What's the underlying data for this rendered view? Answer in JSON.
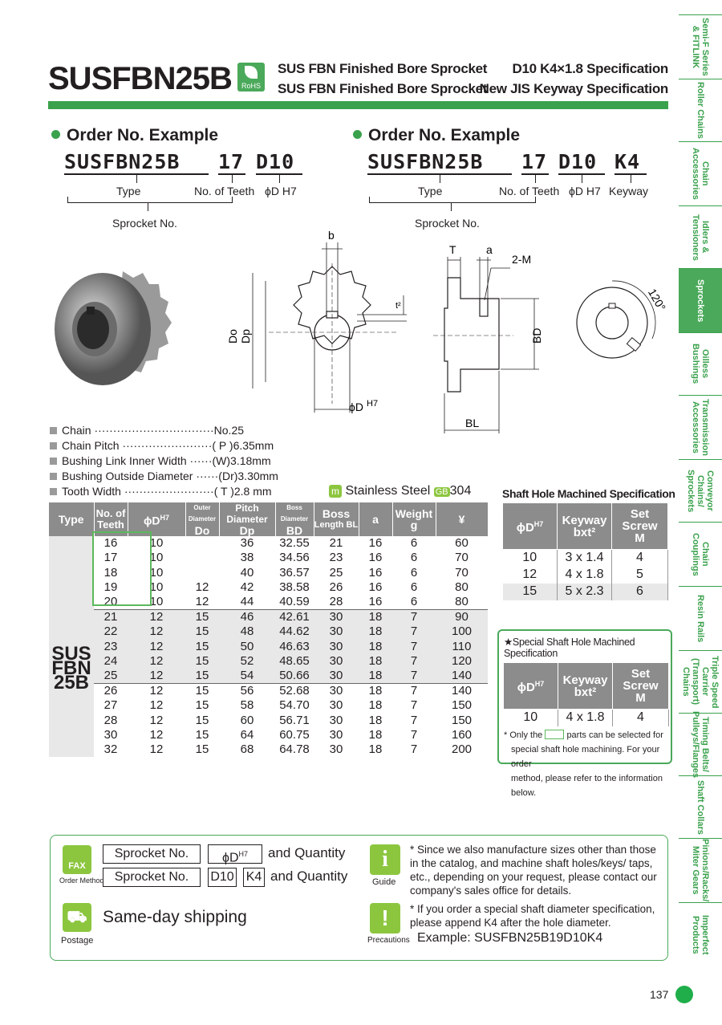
{
  "header": {
    "title": "SUSFBN25B",
    "rohs": "RoHS",
    "sub1": "SUS FBN Finished Bore Sprocket",
    "sub2": "SUS FBN Finished Bore Sprocket",
    "spec1": "D10 K4×1.8 Specification",
    "spec2": "New JIS Keyway Specification"
  },
  "order1": {
    "heading": "Order No. Example",
    "code1": "SUSFBN25B",
    "code2": "17",
    "code3": "D10",
    "l_type": "Type",
    "l_teeth": "No. of Teeth",
    "l_d": "ϕD H7",
    "l_sprocket": "Sprocket No."
  },
  "order2": {
    "heading": "Order No. Example",
    "code1": "SUSFBN25B",
    "code2": "17",
    "code3": "D10",
    "code4": "K4",
    "l_type": "Type",
    "l_teeth": "No. of Teeth",
    "l_d": "ϕD H7",
    "l_key": "Keyway",
    "l_sprocket": "Sprocket No."
  },
  "drawing": {
    "b": "b",
    "t2": "t²",
    "Do": "Do",
    "Dp": "Dp",
    "phiD": "ϕD",
    "H7": "H7",
    "T": "T",
    "a": "a",
    "m": "2-M",
    "BD": "BD",
    "BL": "BL",
    "angle": "120°"
  },
  "specs": [
    {
      "label": "Chain ",
      "dots": "································",
      "value": "No.25"
    },
    {
      "label": "Chain Pitch ",
      "dots": "························",
      "value": "( P )6.35mm"
    },
    {
      "label": "Bushing Link Inner Width ",
      "dots": "······",
      "value": "(W)3.18mm"
    },
    {
      "label": "Bushing Outside Diameter ",
      "dots": "······",
      "value": "(Dr)3.30mm"
    },
    {
      "label": "Tooth Width ",
      "dots": "························",
      "value": "( T )2.8  mm"
    }
  ],
  "material": {
    "m": "m",
    "text": "Stainless Steel",
    "gb": "GB",
    "grade": "304"
  },
  "table": {
    "h_type": "Type",
    "h_teeth": "No. of Teeth",
    "h_d": "ϕD",
    "h_h7": "H7",
    "h_od": "Outer Diameter",
    "h_do": "Do",
    "h_pd": "Pitch Diameter",
    "h_dp": "Dp",
    "h_bd1": "Boss Diameter",
    "h_bd": "BD",
    "h_bl1": "Boss",
    "h_bl": "Length BL",
    "h_a": "a",
    "h_w1": "Weight",
    "h_w": "g",
    "h_yen": "¥",
    "type1": "SUS",
    "type2": "FBN",
    "type3": "25B",
    "rows": [
      [
        "16",
        "10",
        "",
        "36",
        "32.55",
        "21",
        "16",
        "6",
        "60"
      ],
      [
        "17",
        "10",
        "",
        "38",
        "34.56",
        "23",
        "16",
        "6",
        "70"
      ],
      [
        "18",
        "10",
        "",
        "40",
        "36.57",
        "25",
        "16",
        "6",
        "70"
      ],
      [
        "19",
        "10",
        "12",
        "42",
        "38.58",
        "26",
        "16",
        "6",
        "80"
      ],
      [
        "20",
        "10",
        "12",
        "44",
        "40.59",
        "28",
        "16",
        "6",
        "80"
      ],
      [
        "21",
        "12",
        "15",
        "46",
        "42.61",
        "30",
        "18",
        "7",
        "90"
      ],
      [
        "22",
        "12",
        "15",
        "48",
        "44.62",
        "30",
        "18",
        "7",
        "100"
      ],
      [
        "23",
        "12",
        "15",
        "50",
        "46.63",
        "30",
        "18",
        "7",
        "110"
      ],
      [
        "24",
        "12",
        "15",
        "52",
        "48.65",
        "30",
        "18",
        "7",
        "120"
      ],
      [
        "25",
        "12",
        "15",
        "54",
        "50.66",
        "30",
        "18",
        "7",
        "140"
      ],
      [
        "26",
        "12",
        "15",
        "56",
        "52.68",
        "30",
        "18",
        "7",
        "140"
      ],
      [
        "27",
        "12",
        "15",
        "58",
        "54.70",
        "30",
        "18",
        "7",
        "150"
      ],
      [
        "28",
        "12",
        "15",
        "60",
        "56.71",
        "30",
        "18",
        "7",
        "150"
      ],
      [
        "30",
        "12",
        "15",
        "64",
        "60.75",
        "30",
        "18",
        "7",
        "160"
      ],
      [
        "32",
        "12",
        "15",
        "68",
        "64.78",
        "30",
        "18",
        "7",
        "200"
      ]
    ]
  },
  "shaft": {
    "title": "Shaft Hole Machined Specification",
    "h_d": "ϕD",
    "h_h7": "H7",
    "h_key1": "Keyway",
    "h_key2": "bxt²",
    "h_set1": "Set",
    "h_set2": "Screw",
    "h_set3": "M",
    "rows": [
      [
        "10",
        "3 x 1.4",
        "4"
      ],
      [
        "12",
        "4 x 1.8",
        "5"
      ],
      [
        "15",
        "5 x 2.3",
        "6"
      ]
    ]
  },
  "special": {
    "title": "★Special Shaft Hole Machined Specification",
    "row": [
      "10",
      "4 x 1.8",
      "4"
    ],
    "note1": "*  Only the",
    "note1b": "parts can be selected for",
    "note2": "special shaft hole machining. For your order",
    "note3": "method, please refer to the information below."
  },
  "bottom": {
    "fax": "FAX",
    "order_method": "Order Method",
    "sprocket1": "Sprocket No.",
    "phiD": "ϕD",
    "h7": "H7",
    "qty1": "and Quantity",
    "sprocket2": "Sprocket No.",
    "d10": "D10",
    "k4": "K4",
    "qty2": "and Quantity",
    "postage": "Postage",
    "sameday": "Same-day shipping",
    "guide": "Guide",
    "guide_text": "* Since we also manufacture sizes other than those in the catalog, and machine shaft holes/keys/ taps, etc., depending on your request, please contact our company's sales office for details.",
    "prec": "Precautions",
    "prec_text": "* If you order a special shaft diameter specification, please append K4 after the hole diameter.",
    "example": "Example: SUSFBN25B19D10K4"
  },
  "page": "137",
  "tabs": [
    "Semi-F Series & FITLINK",
    "Roller Chains",
    "Chain Accessories",
    "Idlers & Tensioners",
    "Sprockets",
    "Oilless Bushings",
    "Transmission Accessories",
    "Conveyor Chains/ Sprockets",
    "Chain Couplings",
    "Resin Rails",
    "Triple Speed Carrier (Transport) Chains",
    "Timing Belts/ Pulleys/Flanges",
    "Shaft Collars",
    "Pinions/Racks/ Miter Gears",
    "Imperfect Products"
  ]
}
